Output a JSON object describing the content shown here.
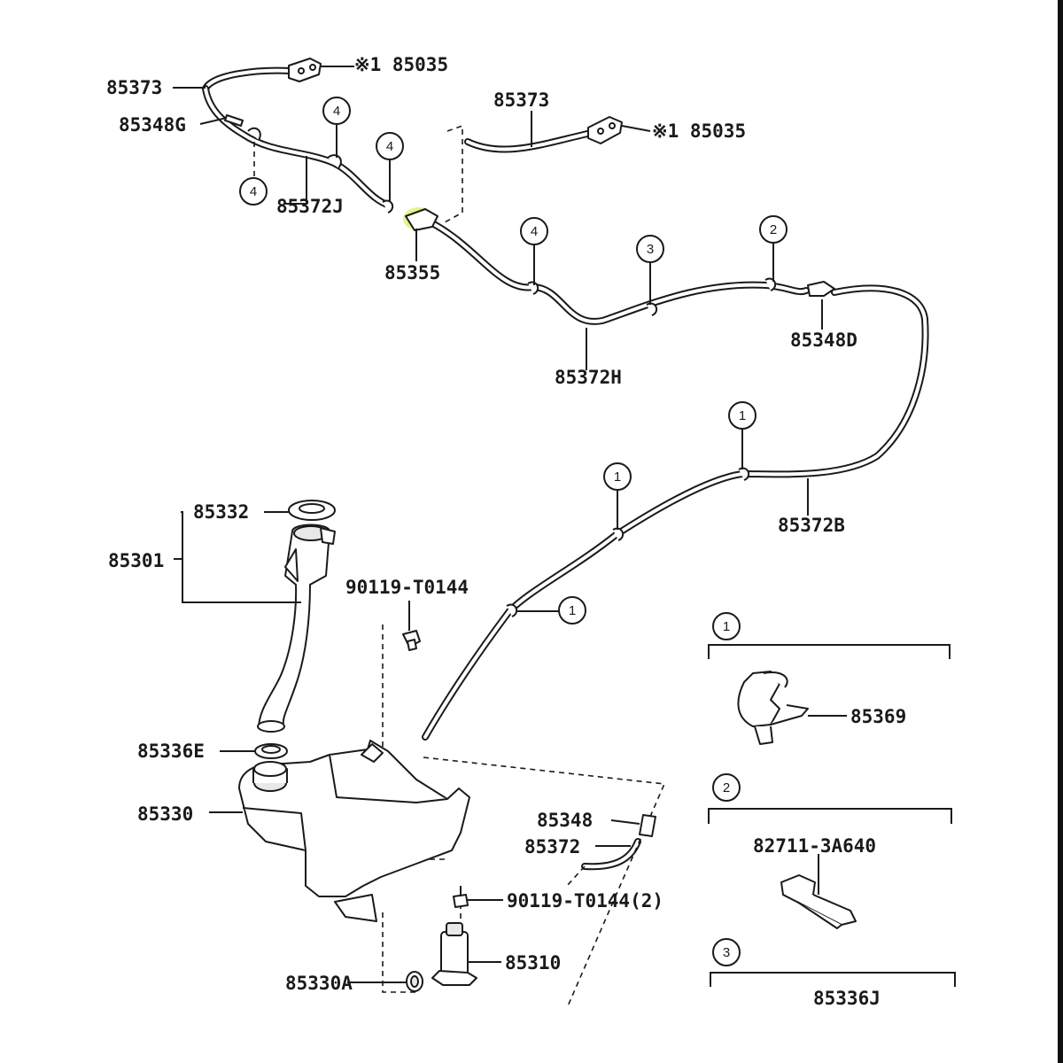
{
  "diagram": {
    "labels": {
      "p85373_a": "85373",
      "p85035_a": "※1 85035",
      "p85348g": "85348G",
      "p85372j": "85372J",
      "p85373_b": "85373",
      "p85035_b": "※1 85035",
      "p85355": "85355",
      "p85372h": "85372H",
      "p85348d": "85348D",
      "p85372b": "85372B",
      "p85332": "85332",
      "p85301": "85301",
      "p90119_a": "90119-T0144",
      "p85336e": "85336E",
      "p85330": "85330",
      "p85348": "85348",
      "p85372": "85372",
      "p90119_b": "90119-T0144(2)",
      "p85310": "85310",
      "p85330a": "85330A",
      "p85369": "85369",
      "p82711": "82711-3A640",
      "p85336j": "85336J"
    },
    "callouts": {
      "c4_a": "4",
      "c4_b": "4",
      "c4_c": "4",
      "c4_d": "4",
      "c3": "3",
      "c2": "2",
      "c1_a": "1",
      "c1_b": "1",
      "c1_c": "1"
    },
    "legend": {
      "key1": "1",
      "key2": "2",
      "key3": "3"
    },
    "highlight_color": "#d6f06a"
  }
}
